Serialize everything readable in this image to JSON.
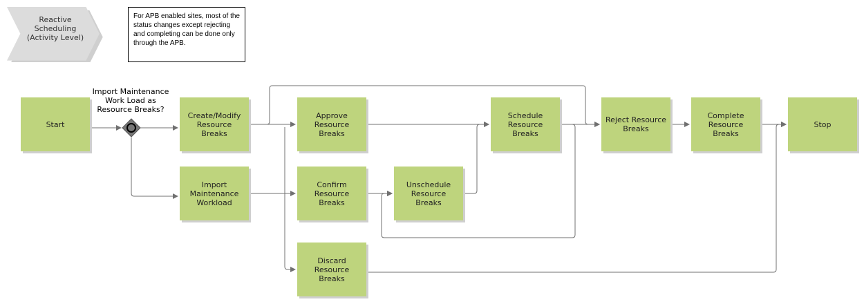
{
  "header": {
    "chevron_label": "Reactive\nScheduling\n(Activity Level)",
    "note_text": "For APB enabled sites, most of the status changes except rejecting and completing can be done only through the APB."
  },
  "gateway": {
    "label": "Import Maintenance\nWork Load as\nResource Breaks?",
    "icon": "exclusive-gateway-icon"
  },
  "nodes": {
    "start": "Start",
    "create_modify": "Create/Modify\nResource\nBreaks",
    "import_workload": "Import\nMaintenance\nWorkload",
    "approve": "Approve\nResource\nBreaks",
    "confirm": "Confirm\nResource\nBreaks",
    "discard": "Discard\nResource\nBreaks",
    "unschedule": "Unschedule\nResource\nBreaks",
    "schedule": "Schedule\nResource\nBreaks",
    "reject": "Reject Resource\nBreaks",
    "complete": "Complete\nResource\nBreaks",
    "stop": "Stop"
  },
  "colors": {
    "activity_fill": "#bed47d",
    "chevron_fill": "#dcdcdc",
    "gateway_fill": "#777777",
    "connector": "#707070"
  }
}
